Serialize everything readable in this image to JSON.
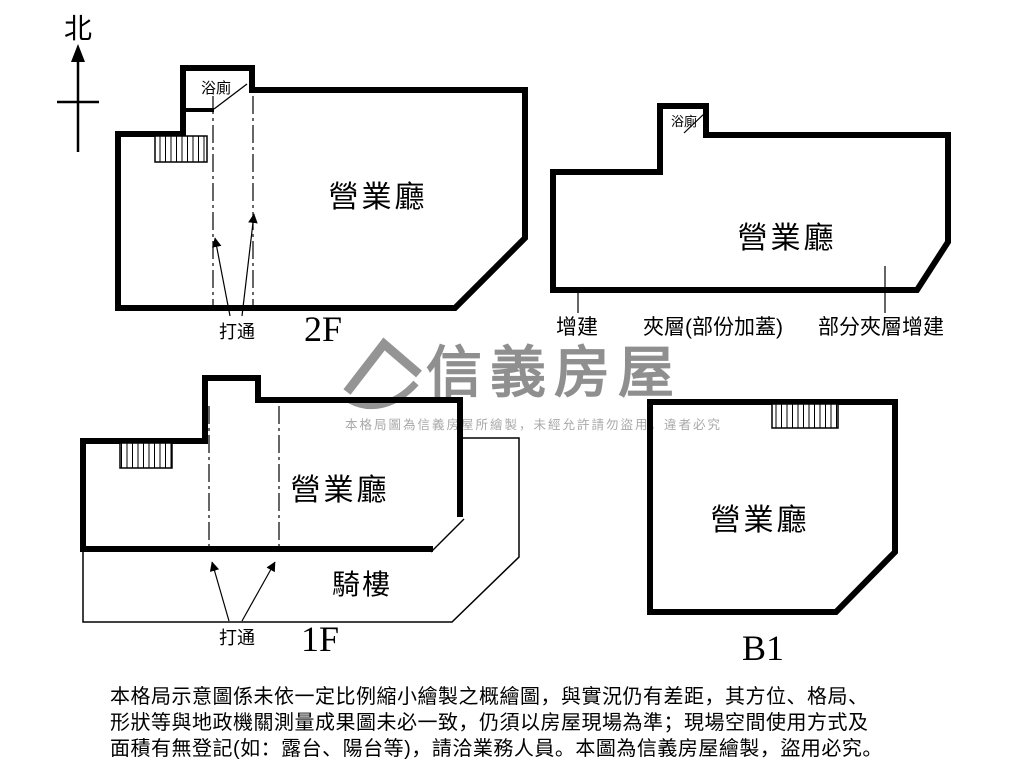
{
  "compass": {
    "north_label": "北"
  },
  "floors": {
    "f2": {
      "code": "2F",
      "hall": "營業廳",
      "bath": "浴廁",
      "breakthrough": "打通"
    },
    "mezzanine": {
      "hall": "營業廳",
      "bath": "浴廁",
      "annotations": [
        "增建",
        "夾層(部份加蓋)",
        "部分夾層增建"
      ]
    },
    "f1": {
      "code": "1F",
      "hall": "營業廳",
      "arcade": "騎樓",
      "breakthrough": "打通"
    },
    "b1": {
      "code": "B1",
      "hall": "營業廳"
    }
  },
  "watermark": {
    "brand": "信義房屋",
    "notice": "本格局圖為信義房屋所繪製，未經允許請勿盜用，違者必究"
  },
  "disclaimer": {
    "line1": "本格局示意圖係未依一定比例縮小繪製之概繪圖，與實況仍有差距，其方位、格局、",
    "line2": "形狀等與地政機關測量成果圖未必一致，仍須以房屋現場為準；現場空間使用方式及",
    "line3": "面積有無登記(如：露台、陽台等)，請洽業務人員。本圖為信義房屋繪製，盜用必究。"
  },
  "colors": {
    "wall": "#000000",
    "watermark_gray": "#8f8f8f",
    "notice_gray": "#a9a9a9"
  }
}
